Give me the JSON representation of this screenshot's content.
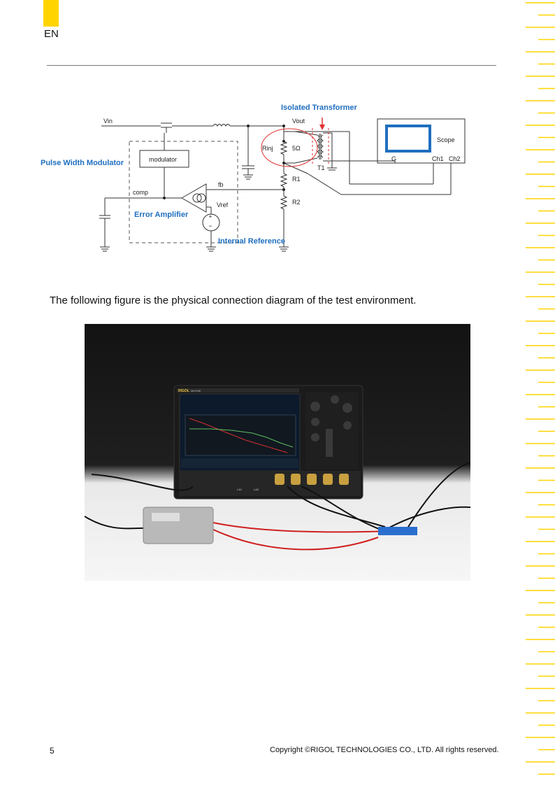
{
  "header": {
    "language": "EN"
  },
  "schematic": {
    "labels": {
      "isolated_transformer": "Isolated Transformer",
      "pulse_width_modulator": "Pulse Width Modulator",
      "error_amplifier": "Error Amplifier",
      "internal_reference": "Internal Reference",
      "vin": "Vin",
      "vout": "Vout",
      "modulator": "modulator",
      "comp": "comp",
      "fb": "fb",
      "vref": "Vref",
      "rinj": "Rinj",
      "five_ohm": "5Ω",
      "r1": "R1",
      "r2": "R2",
      "t1": "T1",
      "scope": "Scope",
      "g": "G",
      "ch1": "Ch1",
      "ch2": "Ch2"
    }
  },
  "caption": "The following figure is the physical connection diagram of the test environment.",
  "photo": {
    "scope_brand": "RIGOL",
    "scope_model": "MHO98",
    "ports": {
      "la1": "LA1",
      "la2": "LA2"
    }
  },
  "footer": {
    "page_number": "5",
    "copyright": "Copyright ©RIGOL TECHNOLOGIES CO., LTD. All rights reserved."
  },
  "colors": {
    "accent": "#ffd400",
    "diagram_label": "#1f6fbf",
    "circle": "#e03030"
  }
}
